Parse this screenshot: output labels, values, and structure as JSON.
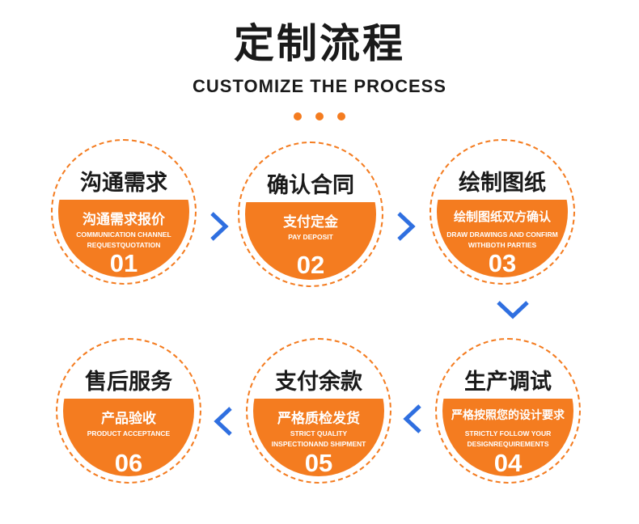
{
  "header": {
    "title": "定制流程",
    "subtitle": "CUSTOMIZE THE PROCESS"
  },
  "accent_color": "#f47c20",
  "arrow_color": "#2f6fe0",
  "steps": [
    {
      "title": "沟通需求",
      "cn": "沟通需求报价",
      "en1": "COMMUNICATION CHANNEL",
      "en2": "REQUESTQUOTATION",
      "num": "01"
    },
    {
      "title": "确认合同",
      "cn": "支付定金",
      "en1": "PAY DEPOSIT",
      "en2": "",
      "num": "02"
    },
    {
      "title": "绘制图纸",
      "cn": "绘制图纸双方确认",
      "en1": "DRAW DRAWINGS AND CONFIRM",
      "en2": "WITHBOTH PARTIES",
      "num": "03"
    },
    {
      "title": "生产调试",
      "cn": "严格按照您的设计要求",
      "en1": "STRICTLY FOLLOW YOUR",
      "en2": "DESIGNREQUIREMENTS",
      "num": "04"
    },
    {
      "title": "支付余款",
      "cn": "严格质检发货",
      "en1": "STRICT QUALITY",
      "en2": "INSPECTIONAND SHIPMENT",
      "num": "05"
    },
    {
      "title": "售后服务",
      "cn": "产品验收",
      "en1": "PRODUCT ACCEPTANCE",
      "en2": "",
      "num": "06"
    }
  ],
  "arrows": [
    {
      "icon": "chevron-right-icon"
    },
    {
      "icon": "chevron-right-icon"
    },
    {
      "icon": "chevron-down-icon"
    },
    {
      "icon": "chevron-left-icon"
    },
    {
      "icon": "chevron-left-icon"
    }
  ]
}
